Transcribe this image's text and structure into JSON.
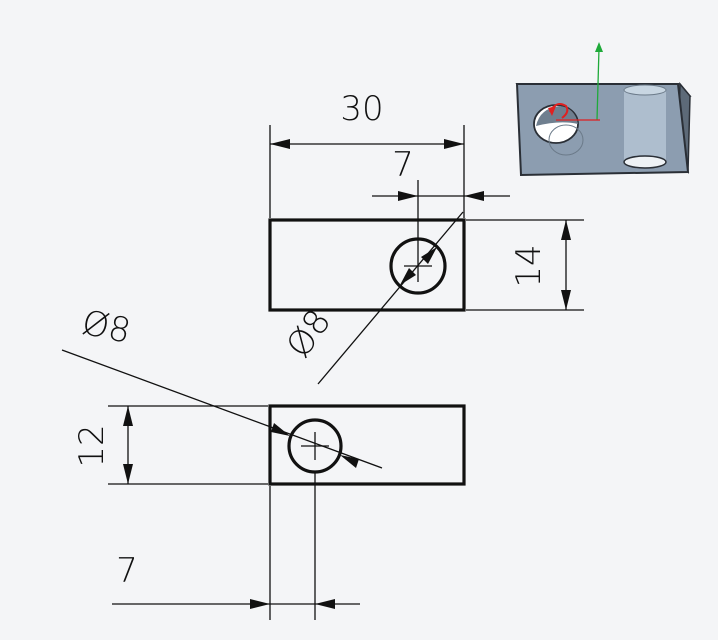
{
  "drawing": {
    "front_view": {
      "width_label": "30",
      "hole_offset_label": "7",
      "height_label": "14",
      "hole_diameter_label": "Ø8"
    },
    "top_view": {
      "hole_diameter_label": "Ø8",
      "height_label": "12",
      "hole_offset_label": "7"
    },
    "preview_3d": {
      "body_color": "#8c9db0",
      "edge_color": "#2a2f36",
      "axis_x_color": "#e02020",
      "axis_y_color": "#1faa3a"
    }
  }
}
